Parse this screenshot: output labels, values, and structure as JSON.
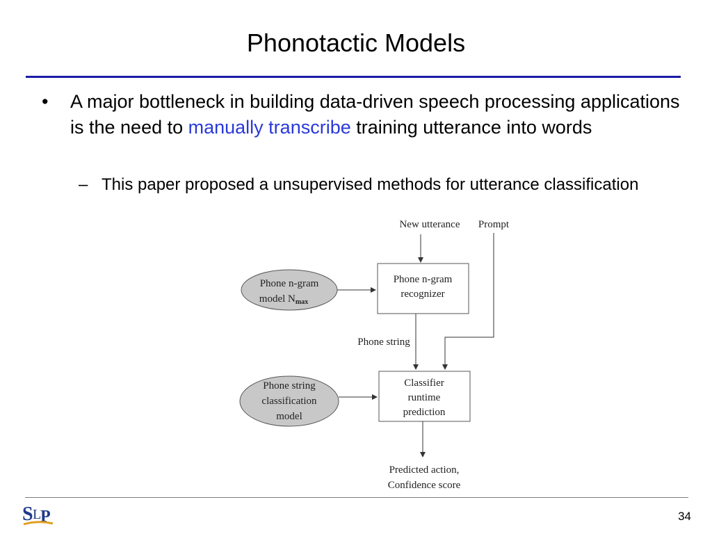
{
  "slide": {
    "title": "Phonotactic Models",
    "bullet_marker": "•",
    "bullet": {
      "text_before": "A major bottleneck in building data-driven speech processing applications is the need to ",
      "highlight": "manually transcribe",
      "text_after": " training utterance into words"
    },
    "sub_marker": "–",
    "sub_bullet": "This paper proposed a unsupervised methods for utterance classification",
    "page_number": "34",
    "highlight_color": "#2a39d9",
    "title_rule_color": "#1a1aa6"
  },
  "diagram": {
    "input_new_utterance": "New utterance",
    "input_prompt": "Prompt",
    "ellipse_ngram_line1": "Phone n-gram",
    "ellipse_ngram_line2_main": "model N",
    "ellipse_ngram_line2_sub": "max",
    "box_recognizer_line1": "Phone n-gram",
    "box_recognizer_line2": "recognizer",
    "edge_phone_string": "Phone string",
    "ellipse_classification_line1": "Phone string",
    "ellipse_classification_line2": "classification",
    "ellipse_classification_line3": "model",
    "box_classifier_line1": "Classifier",
    "box_classifier_line2": "runtime",
    "box_classifier_line3": "prediction",
    "output_line1": "Predicted action,",
    "output_line2": "Confidence score"
  },
  "logo": {
    "name": "slp-logo",
    "letters_s": "S",
    "letters_l": "L",
    "letters_p": "P",
    "color_primary": "#1f3a8a",
    "color_accent": "#e0a020"
  }
}
